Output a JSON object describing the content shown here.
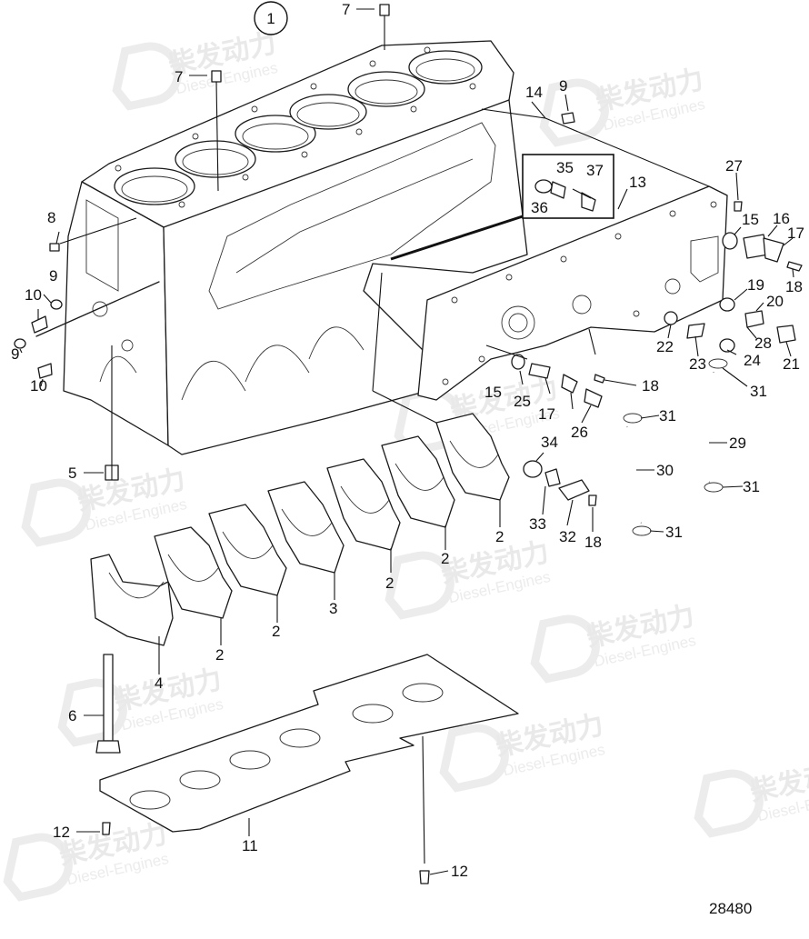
{
  "figure_number": "1",
  "drawing_number": "28480",
  "watermark": {
    "brand_cn": "柴发动力",
    "brand_en": "Diesel-Engines"
  },
  "callouts": [
    {
      "id": "c7a",
      "text": "7"
    },
    {
      "id": "c7b",
      "text": "7"
    },
    {
      "id": "c9a",
      "text": "9"
    },
    {
      "id": "c14",
      "text": "14"
    },
    {
      "id": "c35",
      "text": "35"
    },
    {
      "id": "c37",
      "text": "37"
    },
    {
      "id": "c36",
      "text": "36"
    },
    {
      "id": "c13",
      "text": "13"
    },
    {
      "id": "c27",
      "text": "27"
    },
    {
      "id": "c15a",
      "text": "15"
    },
    {
      "id": "c16",
      "text": "16"
    },
    {
      "id": "c17a",
      "text": "17"
    },
    {
      "id": "c18a",
      "text": "18"
    },
    {
      "id": "c19",
      "text": "19"
    },
    {
      "id": "c20",
      "text": "20"
    },
    {
      "id": "c28",
      "text": "28"
    },
    {
      "id": "c22",
      "text": "22"
    },
    {
      "id": "c23",
      "text": "23"
    },
    {
      "id": "c24",
      "text": "24"
    },
    {
      "id": "c21",
      "text": "21"
    },
    {
      "id": "c31a",
      "text": "31"
    },
    {
      "id": "c8",
      "text": "8"
    },
    {
      "id": "c9b",
      "text": "9"
    },
    {
      "id": "c10a",
      "text": "10"
    },
    {
      "id": "c9c",
      "text": "9"
    },
    {
      "id": "c10b",
      "text": "10"
    },
    {
      "id": "c15b",
      "text": "15"
    },
    {
      "id": "c25",
      "text": "25"
    },
    {
      "id": "c18b",
      "text": "18"
    },
    {
      "id": "c17b",
      "text": "17"
    },
    {
      "id": "c26",
      "text": "26"
    },
    {
      "id": "c31b",
      "text": "31"
    },
    {
      "id": "c29",
      "text": "29"
    },
    {
      "id": "c34",
      "text": "34"
    },
    {
      "id": "c30",
      "text": "30"
    },
    {
      "id": "c31c",
      "text": "31"
    },
    {
      "id": "c5",
      "text": "5"
    },
    {
      "id": "c33",
      "text": "33"
    },
    {
      "id": "c32",
      "text": "32"
    },
    {
      "id": "c18c",
      "text": "18"
    },
    {
      "id": "c31d",
      "text": "31"
    },
    {
      "id": "c2a",
      "text": "2"
    },
    {
      "id": "c2b",
      "text": "2"
    },
    {
      "id": "c2c",
      "text": "2"
    },
    {
      "id": "c3",
      "text": "3"
    },
    {
      "id": "c2d",
      "text": "2"
    },
    {
      "id": "c2e",
      "text": "2"
    },
    {
      "id": "c4",
      "text": "4"
    },
    {
      "id": "c6",
      "text": "6"
    },
    {
      "id": "c11",
      "text": "11"
    },
    {
      "id": "c12a",
      "text": "12"
    },
    {
      "id": "c12b",
      "text": "12"
    }
  ]
}
